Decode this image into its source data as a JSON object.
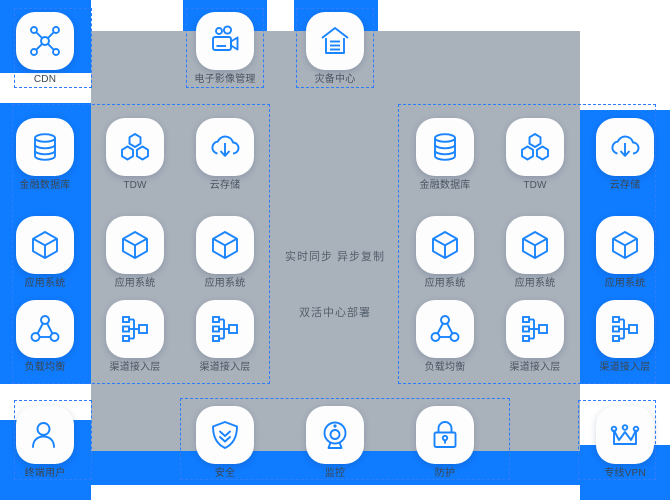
{
  "palette": {
    "blue": "#0f7bff",
    "icon_blue": "#1a84ff",
    "panel_grey": "#a9b1bb",
    "tile_white": "#fdfdfd",
    "label_grey": "#4a5562",
    "dash_blue": "#2f7dfc"
  },
  "center": {
    "sync_label": "实时同步  异步复制",
    "deploy_label": "双活中心部署"
  },
  "top_row": [
    {
      "id": "cdn",
      "label": "CDN",
      "icon": "cdn-network-icon"
    },
    {
      "id": "eim",
      "label": "电子影像管理",
      "icon": "video-camera-icon"
    },
    {
      "id": "drc",
      "label": "灾备中心",
      "icon": "datacenter-house-icon"
    }
  ],
  "left_zone": {
    "rows": [
      {
        "row_id": "data-layer-left",
        "items": [
          {
            "id": "l-fin-db",
            "label": "金融数据库",
            "icon": "database-icon"
          },
          {
            "id": "l-tdw",
            "label": "TDW",
            "icon": "hexagon-cluster-icon"
          },
          {
            "id": "l-cos",
            "label": "云存储",
            "icon": "cloud-download-icon"
          }
        ]
      },
      {
        "row_id": "app-layer-left",
        "items": [
          {
            "id": "l-app-1",
            "label": "应用系统",
            "icon": "cube-icon"
          },
          {
            "id": "l-app-2",
            "label": "应用系统",
            "icon": "cube-icon"
          },
          {
            "id": "l-app-3",
            "label": "应用系统",
            "icon": "cube-icon"
          }
        ]
      },
      {
        "row_id": "access-layer-left",
        "items": [
          {
            "id": "l-lb",
            "label": "负载均衡",
            "icon": "load-balancer-icon"
          },
          {
            "id": "l-ch-1",
            "label": "渠道接入层",
            "icon": "topology-tree-icon"
          },
          {
            "id": "l-ch-2",
            "label": "渠道接入层",
            "icon": "topology-tree-icon"
          }
        ]
      }
    ]
  },
  "right_zone": {
    "rows": [
      {
        "row_id": "data-layer-right",
        "items": [
          {
            "id": "r-fin-db",
            "label": "金融数据库",
            "icon": "database-icon"
          },
          {
            "id": "r-tdw",
            "label": "TDW",
            "icon": "hexagon-cluster-icon"
          },
          {
            "id": "r-cos",
            "label": "云存储",
            "icon": "cloud-download-icon"
          }
        ]
      },
      {
        "row_id": "app-layer-right",
        "items": [
          {
            "id": "r-app-1",
            "label": "应用系统",
            "icon": "cube-icon"
          },
          {
            "id": "r-app-2",
            "label": "应用系统",
            "icon": "cube-icon"
          },
          {
            "id": "r-app-3",
            "label": "应用系统",
            "icon": "cube-icon"
          }
        ]
      },
      {
        "row_id": "access-layer-right",
        "items": [
          {
            "id": "r-lb",
            "label": "负载均衡",
            "icon": "load-balancer-icon"
          },
          {
            "id": "r-ch-1",
            "label": "渠道接入层",
            "icon": "topology-tree-icon"
          },
          {
            "id": "r-ch-2",
            "label": "渠道接入层",
            "icon": "topology-tree-icon"
          }
        ]
      }
    ]
  },
  "bottom_row": [
    {
      "id": "b-user",
      "label": "终端用户",
      "icon": "user-icon"
    },
    {
      "id": "b-sec",
      "label": "安全",
      "icon": "shield-icon"
    },
    {
      "id": "b-mon",
      "label": "监控",
      "icon": "camera-monitor-icon"
    },
    {
      "id": "b-def",
      "label": "防护",
      "icon": "lock-icon"
    },
    {
      "id": "b-vpn",
      "label": "专线VPN",
      "icon": "crown-vpn-icon"
    }
  ]
}
